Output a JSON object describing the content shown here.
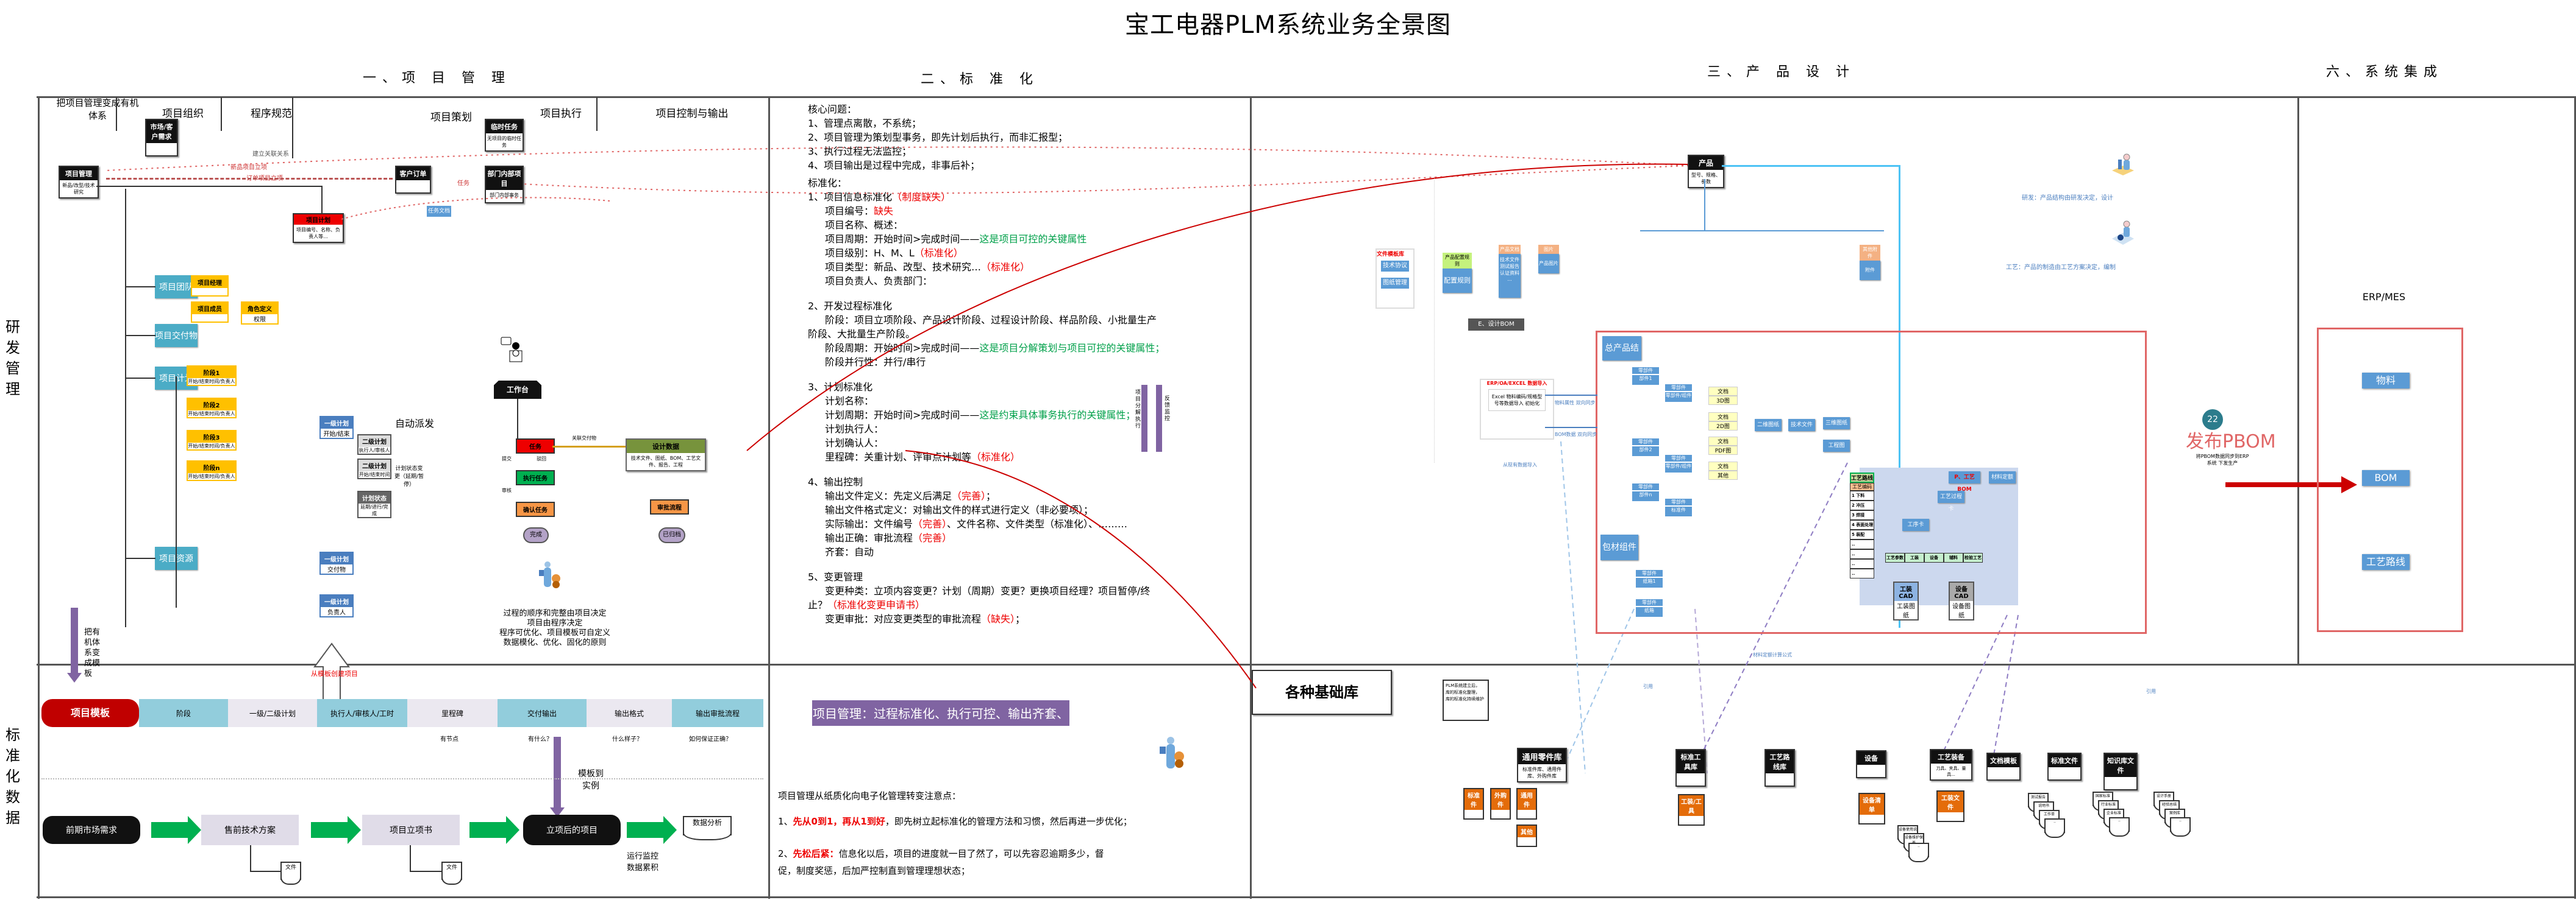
{
  "title": "宝工电器PLM系统业务全景图",
  "sections": {
    "s1": "一、项 目 管 理",
    "s2": "二、标 准 化",
    "s3": "三、产 品 设 计",
    "s6": "六、系统集成"
  },
  "row_labels": {
    "rd": "研发管理",
    "std": "标准化数据"
  },
  "pm": {
    "col_headers": [
      "把项目管理变成有机体系",
      "项目组织",
      "程序规范",
      "项目策划",
      "项目执行",
      "项目控制与输出"
    ],
    "market_demand": {
      "title": "市场/客户需求",
      "body": ""
    },
    "temp_task": {
      "title": "临时任务",
      "body": "无项目的临时任务"
    },
    "project_mgmt": {
      "title": "项目管理",
      "body": "新品/改型/技术研究"
    },
    "customer_order": {
      "title": "客户订单",
      "body": ""
    },
    "dept_project": {
      "title": "部门内部项目",
      "body": "部门内部事务"
    },
    "link_labels": {
      "relation": "建立关联关系",
      "new_project": "新品项目立项",
      "order_project": "订单项目立项",
      "task": "任务"
    },
    "task_box": "任务文档",
    "red_box": {
      "title": "项目计划",
      "body": "项目编号、名称、负责人等..."
    },
    "teal_nodes": [
      "项目团队",
      "项目交付物",
      "项目计划",
      "项目资源"
    ],
    "yellow_team": [
      {
        "title": "项目经理",
        "body": ""
      },
      {
        "title": "项目成员",
        "body": ""
      },
      {
        "title": "角色定义",
        "body": "权限"
      }
    ],
    "yellow_plans": [
      {
        "title": "阶段1",
        "body": "开始/结束时间/负责人"
      },
      {
        "title": "阶段2",
        "body": "开始/结束时间/负责人"
      },
      {
        "title": "阶段3",
        "body": "开始/结束时间/负责人"
      },
      {
        "title": "阶段n",
        "body": "开始/结束时间/负责人"
      }
    ],
    "level1_plans": [
      {
        "title": "一级计划",
        "body": "开始/结束"
      },
      {
        "title": "一级计划",
        "body": "交付物"
      },
      {
        "title": "一级计划",
        "body": "负责人"
      }
    ],
    "level2_plans": [
      {
        "title": "二级计划",
        "body": "执行人/审核人"
      },
      {
        "title": "二级计划",
        "body": "开始/结束时间"
      },
      {
        "title": "计划状态",
        "body": "延期/进行/完成"
      }
    ],
    "auto_dispatch": "自动派发",
    "change_status": "计划状态变更（延期/暂停）",
    "workbench": "工作台",
    "task_flow": {
      "task": "任务",
      "exec": "执行任务",
      "confirm": "确认任务",
      "done": "完成"
    },
    "flow_labels": {
      "submit": "提交",
      "reject": "驳回",
      "review": "审核"
    },
    "design_data": {
      "title": "设计数据",
      "body": "技术文件、图纸、BOM、工艺文件、报告、工程"
    },
    "design_link": "关联交付物",
    "flow_labels2": {
      "approve": "审批",
      "reject": "驳回",
      "archive": "归档"
    },
    "approval": "审批流程",
    "archived": "已归档",
    "notes": [
      "过程的顺序和完整由项目决定",
      "项目由程序决定",
      "程序可优化、项目模板可自定义",
      "数据模化、优化、固化的原则"
    ],
    "left_note": "把有机体系变成模板",
    "from_template": "从模板创建项目"
  },
  "std_band": {
    "template": "项目模板",
    "cells": [
      "阶段",
      "一级/二级计划",
      "执行人/审核人/工时",
      "里程碑",
      "交付输出",
      "输出格式",
      "输出审批流程"
    ],
    "subs": [
      "有节点",
      "有什么？",
      "什么样子？",
      "如何保证正确？"
    ],
    "to_instance": "模板到实例",
    "flow": [
      "前期市场需求",
      "售前技术方案",
      "项目立项书",
      "立项后的项目",
      "数据分析"
    ],
    "docs": [
      "文件",
      "文件"
    ],
    "monitor": "运行监控数据累积"
  },
  "standardization": {
    "core_title": "核心问题：",
    "core": [
      "1、管理点离散，不系统；",
      "2、项目管理为策划型事务，即先计划后执行，而非汇报型；",
      "3、执行过程无法监控；",
      "4、项目输出是过程中完成，非事后补；"
    ],
    "std_title": "标准化：",
    "s1_title": "1、项目信息标准化",
    "s1_note": "（制度缺失）",
    "s1_items": [
      {
        "t": "项目编号：",
        "red": "缺失"
      },
      {
        "t": "项目名称、概述："
      },
      {
        "t": "项目周期：开始时间>完成时间——",
        "green": "这是项目可控的关键属性"
      },
      {
        "t": "项目级别：H、M、L",
        "red": "（标准化）"
      },
      {
        "t": "项目类型：新品、改型、技术研究…",
        "red": "（标准化）"
      },
      {
        "t": "项目负责人、负责部门："
      }
    ],
    "s2_title": "2、开发过程标准化",
    "s2_items": [
      {
        "t": "阶段：项目立项阶段、产品设计阶段、过程设计阶段、样品阶段、小批量生产"
      },
      {
        "t": "阶段、大批量生产阶段。",
        "noindent": true
      },
      {
        "t": "阶段周期：开始时间>完成时间——",
        "green": "这是项目分解策划与项目可控的关键属性；"
      },
      {
        "t": "阶段并行性：并行/串行"
      }
    ],
    "s3_title": "3、计划标准化",
    "s3_items": [
      {
        "t": "计划名称："
      },
      {
        "t": "计划周期：开始时间>完成时间——",
        "green": "这是约束具体事务执行的关键属性；"
      },
      {
        "t": "计划执行人："
      },
      {
        "t": "计划确认人："
      },
      {
        "t": "里程碑：关重计划、评审点计划等",
        "red": "（标准化）"
      }
    ],
    "arrow_labels": [
      "项目分解执行",
      "反馈监控"
    ],
    "s4_title": "4、输出控制",
    "s4_items": [
      {
        "t": "输出文件定义：先定义后满足",
        "red": "（完善）",
        "tail": "；"
      },
      {
        "t": "输出文件格式定义：对输出文件的样式进行定义（非必要项）；"
      },
      {
        "t": "实际输出：文件编号",
        "red": "（完善）",
        "tail": "、文件名称、文件类型（标准化）、………"
      },
      {
        "t": "输出正确：审批流程",
        "red": "（完善）"
      },
      {
        "t": "齐套：自动"
      }
    ],
    "s5_title": "5、变更管理",
    "s5_items": [
      {
        "t": "变更种类：立项内容变更？计划（周期）变更？更换项目经理？项目暂停/终"
      },
      {
        "t": "止？",
        "red": "（标准化变更申请书）",
        "noindent": true
      },
      {
        "t": "变更审批：对应变更类型的审批流程",
        "red": "（缺失）",
        "tail": "；"
      }
    ],
    "banner": "项目管理：过程标准化、执行可控、输出齐套、变更有据",
    "paper_title": "项目管理从纸质化向电子化管理转变注意点：",
    "tip1_label": "先从0到1，再从1到好",
    "tip1_text": "，即先树立起标准化的管理方法和习惯，然后再进一步优化；",
    "tip2_label": "先松后紧：",
    "tip2_text": "信息化以后，项目的进度就一目了然了，可以先容忍逾期多少，督",
    "tip2_text2": "促，制度奖惩，后加严控制直到管理理想状态；"
  },
  "design": {
    "product": {
      "title": "产品",
      "body": "型号、规格、参数"
    },
    "doc_tpl": {
      "title": "文件模板库",
      "items": [
        "技术协议工具",
        "图纸管理工具"
      ]
    },
    "top_nodes": [
      {
        "hd": "产品配置规则",
        "bd": "配置规则"
      },
      {
        "hd": "产品文档",
        "bd": "技术文件 测试报告 认证资料 ..."
      },
      {
        "hd": "图片",
        "bd": "产品图片"
      },
      {
        "hd": "其他附件",
        "bd": "附件"
      }
    ],
    "ebom_label": "E、设计BOM",
    "root_struct": "总产品结构",
    "packaging": "包材组件",
    "parts": [
      {
        "hd": "零部件",
        "bd": "部件1"
      },
      {
        "hd": "零部件",
        "bd": "零部件/组件"
      },
      {
        "hd": "零部件",
        "bd": "部件2"
      },
      {
        "hd": "零部件",
        "bd": "零部件/组件"
      },
      {
        "hd": "零部件",
        "bd": "部件n"
      },
      {
        "hd": "零部件",
        "bd": "标准件"
      },
      {
        "hd": "零部件",
        "bd": "纸箱1"
      },
      {
        "hd": "零部件",
        "bd": "纸箱"
      }
    ],
    "docs_yellow": [
      {
        "hd": "文档",
        "bd": "3D图"
      },
      {
        "hd": "文档",
        "bd": "2D图"
      },
      {
        "hd": "文档",
        "bd": "PDF图"
      },
      {
        "hd": "文档",
        "bd": "其他"
      }
    ],
    "doc_nodes": [
      "二维图纸",
      "技术文件",
      "三维图纸",
      "工程图"
    ],
    "process": {
      "route": "工艺路线",
      "code": "工艺编码",
      "steps": [
        "1 下料",
        "2 冲压",
        "3 焊接",
        "4 表面处理",
        "5 装配",
        "..",
        "..",
        "..",
        ".."
      ]
    },
    "pbom_label": "P、工艺BOM",
    "process_card": "工艺过程卡",
    "material_quota": "材料定额",
    "work_inst": "工序卡",
    "green_items": [
      "工艺参数",
      "工装",
      "设备",
      "辅料",
      "检验工艺"
    ],
    "cad_box": {
      "hd": "工装CAD",
      "bd": "工装图纸"
    },
    "equip_box": {
      "hd": "设备CAD",
      "bd": "设备图纸"
    },
    "ext_box": {
      "title": "ERP/OA/EXCEL 数据导入",
      "body": "Excel 物料编码/规格型号等数据导入 初始化"
    },
    "ext_arrows": [
      "物料属性 双向同步",
      "BOM数据 双向同步"
    ],
    "ext_note": "从现有数据导入",
    "ref_labels": [
      "引用",
      "引用",
      "材料定额计算公式"
    ],
    "people_notes": [
      "研发：产品结构由研发决定，设计",
      "工艺：产品的制造由工艺方案决定，编制"
    ],
    "release": {
      "badge": "22",
      "label": "发布PBOM",
      "note": "将PBOM数据同步到ERP系统 下发生产"
    }
  },
  "integration": {
    "title": "ERP/MES",
    "items": [
      "物料",
      "BOM",
      "工艺路线"
    ]
  },
  "libraries": {
    "title": "各种基础库",
    "note_lines": [
      "PLM系统建立后，",
      "库的标准化整理，",
      "库的标准化持续维护"
    ],
    "parts_lib": {
      "title": "通用零件库",
      "body": "标准件库、通用件库、外购件库",
      "children": [
        "标准件",
        "外购件",
        "通用件",
        "其他"
      ]
    },
    "tool_lib": {
      "title": "标准工具库",
      "child": "工装/工具"
    },
    "route_lib": {
      "title": "工艺路线库"
    },
    "equip_lib": {
      "title": "设备",
      "child": "设备清单",
      "docs": [
        "设备使用说明",
        "设备维护保养",
        ".."
      ]
    },
    "proc_lib": {
      "title": "工艺装备",
      "body": "刀具、夹具、量具...",
      "child": "工装文件"
    },
    "doc_tpl": {
      "title": "文档模板",
      "docs": [
        "测试报告",
        "说明书",
        "工作单",
        ".."
      ]
    },
    "std_files": {
      "title": "标准文件",
      "docs": [
        "国家标准",
        "行业标准",
        "企业标准",
        ".."
      ]
    },
    "kb_files": {
      "title": "知识库文件",
      "docs": [
        "设计手册",
        "经验总结",
        "案例库",
        ".."
      ]
    }
  },
  "colors": {
    "teal": "#4bacc6",
    "yellow": "#ffc000",
    "blue": "#5b9bd5",
    "red": "#e00000",
    "purple": "#8064a2",
    "green": "#00b050",
    "orange": "#e46c0a"
  }
}
